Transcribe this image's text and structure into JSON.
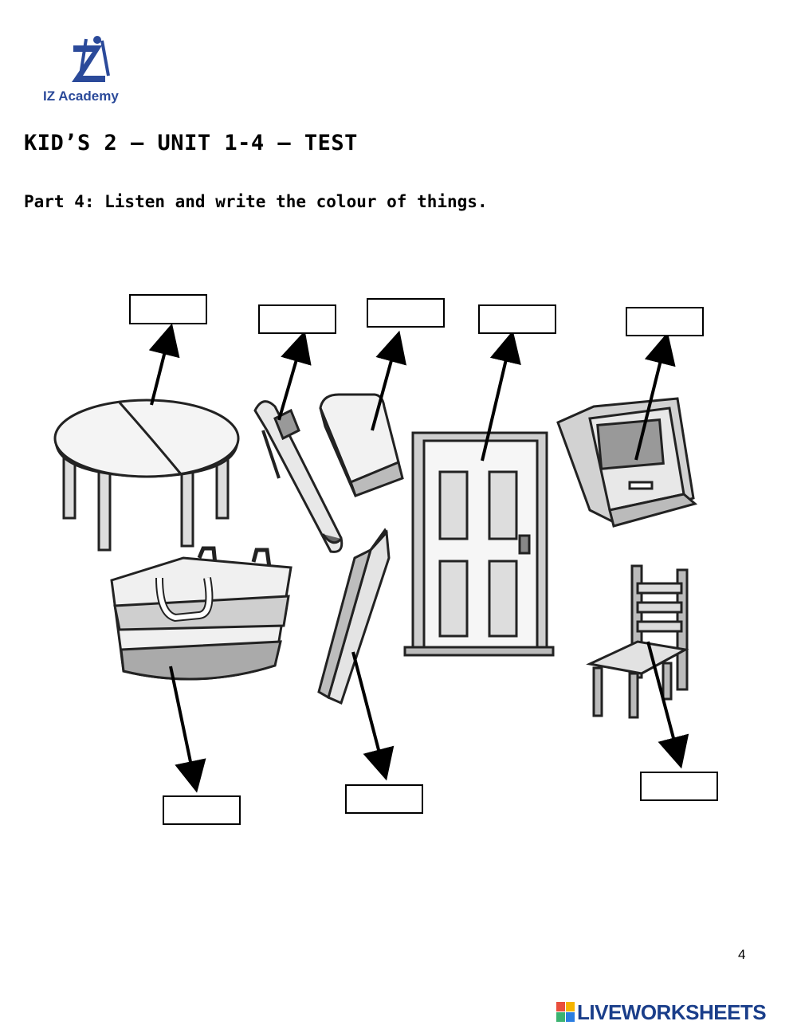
{
  "header": {
    "logo_text": "IZ Academy",
    "logo_icon": "iz-academy-logo",
    "title": "KID’S 2 – UNIT 1-4 – TEST",
    "instruction": "Part 4: Listen and write the colour of things."
  },
  "answers": {
    "table": "",
    "pen": "",
    "rubber": "",
    "door": "",
    "book": "",
    "bag": "",
    "pencil": "",
    "chair": ""
  },
  "footer": {
    "page_number": "4",
    "brand_text": "LIVEWORKSHEETS",
    "brand_icon": "liveworksheets-logo"
  },
  "colors": {
    "brand_blue": "#1a3e8a",
    "logo_blue": "#2b4a9a",
    "ink": "#000000"
  }
}
